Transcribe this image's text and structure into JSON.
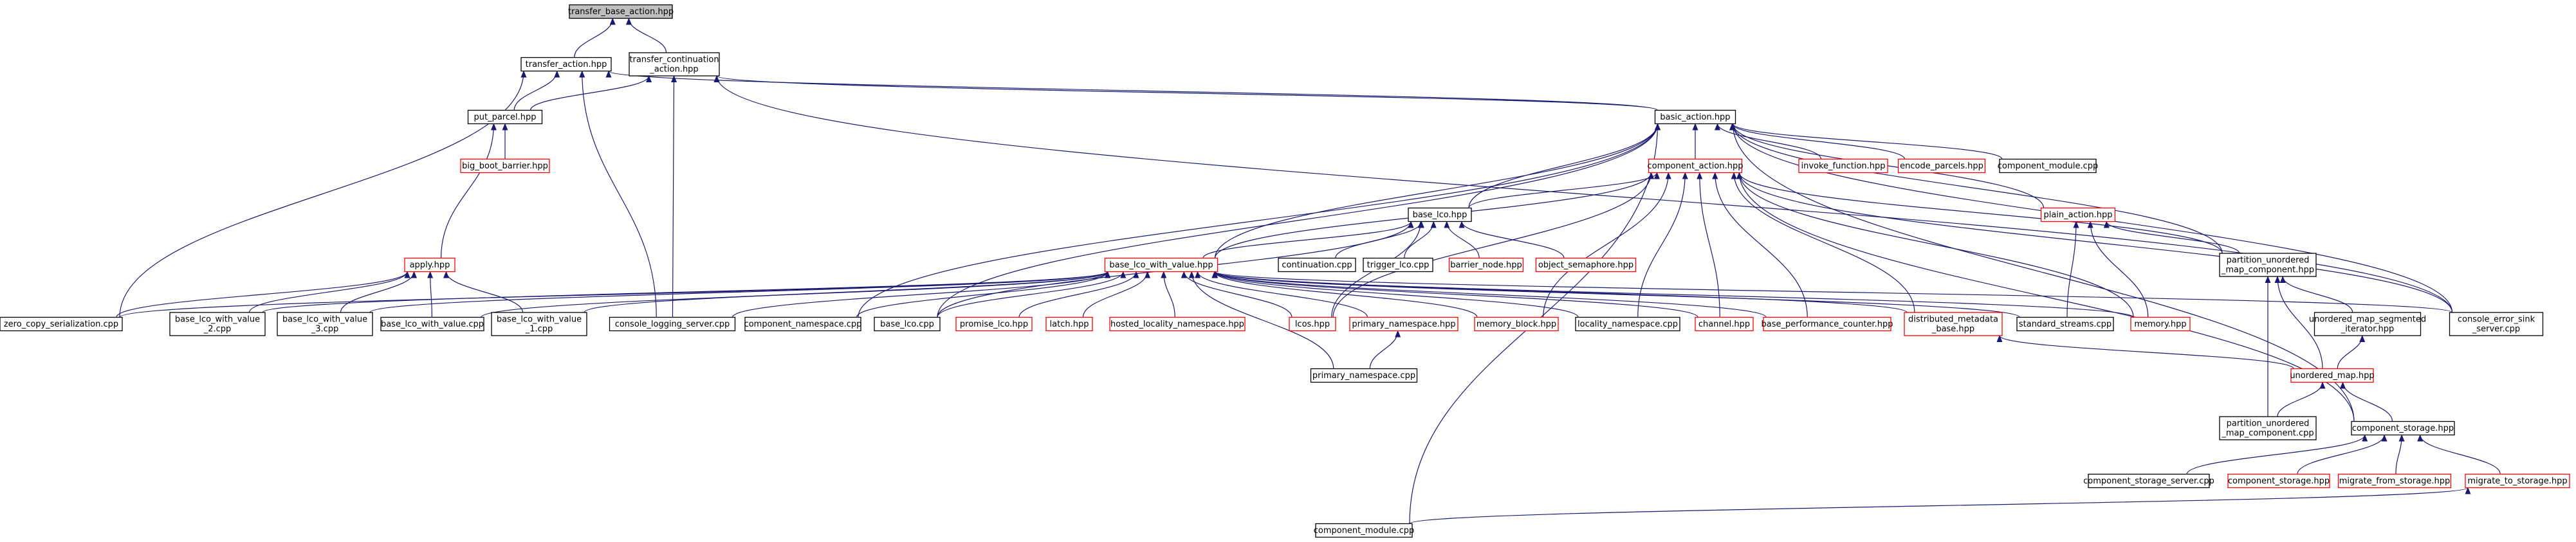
{
  "colors": {
    "edge": "#191970",
    "border_black": "#000000",
    "border_red": "#ff0000",
    "root_fill": "#bfbfbf",
    "node_fill": "#ffffff"
  },
  "nodes": [
    {
      "id": "transfer_base_action",
      "lines": [
        "transfer_base_action.hpp"
      ],
      "border": "black",
      "root": true
    },
    {
      "id": "transfer_action",
      "lines": [
        "transfer_action.hpp"
      ],
      "border": "black"
    },
    {
      "id": "transfer_continuation",
      "lines": [
        "transfer_continuation",
        "_action.hpp"
      ],
      "border": "black"
    },
    {
      "id": "put_parcel",
      "lines": [
        "put_parcel.hpp"
      ],
      "border": "black"
    },
    {
      "id": "big_boot_barrier",
      "lines": [
        "big_boot_barrier.hpp"
      ],
      "border": "red"
    },
    {
      "id": "apply",
      "lines": [
        "apply.hpp"
      ],
      "border": "red"
    },
    {
      "id": "basic_action",
      "lines": [
        "basic_action.hpp"
      ],
      "border": "black"
    },
    {
      "id": "invoke_function",
      "lines": [
        "invoke_function.hpp"
      ],
      "border": "red"
    },
    {
      "id": "encode_parcels",
      "lines": [
        "encode_parcels.hpp"
      ],
      "border": "red"
    },
    {
      "id": "component_module_cpp_top",
      "lines": [
        "component_module.cpp"
      ],
      "border": "black"
    },
    {
      "id": "component_action",
      "lines": [
        "component_action.hpp"
      ],
      "border": "red"
    },
    {
      "id": "plain_action",
      "lines": [
        "plain_action.hpp"
      ],
      "border": "red"
    },
    {
      "id": "base_lco",
      "lines": [
        "base_lco.hpp"
      ],
      "border": "black"
    },
    {
      "id": "continuation_cpp",
      "lines": [
        "continuation.cpp"
      ],
      "border": "black"
    },
    {
      "id": "trigger_lco",
      "lines": [
        "trigger_lco.cpp"
      ],
      "border": "black"
    },
    {
      "id": "barrier_node",
      "lines": [
        "barrier_node.hpp"
      ],
      "border": "red"
    },
    {
      "id": "object_semaphore",
      "lines": [
        "object_semaphore.hpp"
      ],
      "border": "red"
    },
    {
      "id": "base_lco_with_value",
      "lines": [
        "base_lco_with_value.hpp"
      ],
      "border": "red"
    },
    {
      "id": "zero_copy",
      "lines": [
        "zero_copy_serialization.cpp"
      ],
      "border": "black"
    },
    {
      "id": "blwv_2",
      "lines": [
        "base_lco_with_value",
        "_2.cpp"
      ],
      "border": "black"
    },
    {
      "id": "blwv_3",
      "lines": [
        "base_lco_with_value",
        "_3.cpp"
      ],
      "border": "black"
    },
    {
      "id": "blwv_cpp",
      "lines": [
        "base_lco_with_value.cpp"
      ],
      "border": "black"
    },
    {
      "id": "blwv_1",
      "lines": [
        "base_lco_with_value",
        "_1.cpp"
      ],
      "border": "black"
    },
    {
      "id": "console_logging",
      "lines": [
        "console_logging_server.cpp"
      ],
      "border": "black"
    },
    {
      "id": "component_namespace",
      "lines": [
        "component_namespace.cpp"
      ],
      "border": "black"
    },
    {
      "id": "base_lco_cpp",
      "lines": [
        "base_lco.cpp"
      ],
      "border": "black"
    },
    {
      "id": "promise_lco",
      "lines": [
        "promise_lco.hpp"
      ],
      "border": "red"
    },
    {
      "id": "latch",
      "lines": [
        "latch.hpp"
      ],
      "border": "red"
    },
    {
      "id": "hosted_locality",
      "lines": [
        "hosted_locality_namespace.hpp"
      ],
      "border": "red"
    },
    {
      "id": "lcos",
      "lines": [
        "lcos.hpp"
      ],
      "border": "red"
    },
    {
      "id": "primary_namespace_hpp",
      "lines": [
        "primary_namespace.hpp"
      ],
      "border": "red"
    },
    {
      "id": "memory_block",
      "lines": [
        "memory_block.hpp"
      ],
      "border": "red"
    },
    {
      "id": "locality_namespace",
      "lines": [
        "locality_namespace.cpp"
      ],
      "border": "black"
    },
    {
      "id": "channel",
      "lines": [
        "channel.hpp"
      ],
      "border": "red"
    },
    {
      "id": "base_performance_counter",
      "lines": [
        "base_performance_counter.hpp"
      ],
      "border": "red"
    },
    {
      "id": "distributed_metadata",
      "lines": [
        "distributed_metadata",
        "_base.hpp"
      ],
      "border": "red"
    },
    {
      "id": "standard_streams",
      "lines": [
        "standard_streams.cpp"
      ],
      "border": "black"
    },
    {
      "id": "memory_hpp",
      "lines": [
        "memory.hpp"
      ],
      "border": "red"
    },
    {
      "id": "partition_unordered_hpp",
      "lines": [
        "partition_unordered",
        "_map_component.hpp"
      ],
      "border": "black"
    },
    {
      "id": "unordered_map_segmented",
      "lines": [
        "unordered_map_segmented",
        "_iterator.hpp"
      ],
      "border": "black"
    },
    {
      "id": "console_error_sink",
      "lines": [
        "console_error_sink",
        "_server.cpp"
      ],
      "border": "black"
    },
    {
      "id": "primary_namespace_cpp",
      "lines": [
        "primary_namespace.cpp"
      ],
      "border": "black"
    },
    {
      "id": "unordered_map",
      "lines": [
        "unordered_map.hpp"
      ],
      "border": "red"
    },
    {
      "id": "partition_unordered_cpp",
      "lines": [
        "partition_unordered",
        "_map_component.cpp"
      ],
      "border": "black"
    },
    {
      "id": "component_storage",
      "lines": [
        "component_storage.hpp"
      ],
      "border": "black"
    },
    {
      "id": "component_storage_server",
      "lines": [
        "component_storage_server.cpp"
      ],
      "border": "black"
    },
    {
      "id": "component_storage_red",
      "lines": [
        "component_storage.hpp"
      ],
      "border": "red"
    },
    {
      "id": "migrate_from_storage",
      "lines": [
        "migrate_from_storage.hpp"
      ],
      "border": "red"
    },
    {
      "id": "migrate_to_storage",
      "lines": [
        "migrate_to_storage.hpp"
      ],
      "border": "red"
    },
    {
      "id": "component_module_cpp_bottom",
      "lines": [
        "component_module.cpp"
      ],
      "border": "black"
    }
  ],
  "edges": [
    [
      "transfer_action",
      "transfer_base_action"
    ],
    [
      "transfer_continuation",
      "transfer_base_action"
    ],
    [
      "put_parcel",
      "transfer_action"
    ],
    [
      "console_logging",
      "transfer_action"
    ],
    [
      "zero_copy",
      "transfer_action"
    ],
    [
      "basic_action",
      "transfer_action"
    ],
    [
      "basic_action",
      "transfer_continuation"
    ],
    [
      "put_parcel",
      "transfer_continuation"
    ],
    [
      "console_logging",
      "transfer_continuation"
    ],
    [
      "console_error_sink",
      "transfer_continuation"
    ],
    [
      "big_boot_barrier",
      "put_parcel"
    ],
    [
      "apply",
      "put_parcel"
    ],
    [
      "zero_copy",
      "apply"
    ],
    [
      "blwv_2",
      "apply"
    ],
    [
      "blwv_3",
      "apply"
    ],
    [
      "blwv_cpp",
      "apply"
    ],
    [
      "blwv_1",
      "apply"
    ],
    [
      "invoke_function",
      "basic_action"
    ],
    [
      "encode_parcels",
      "basic_action"
    ],
    [
      "component_module_cpp_top",
      "basic_action"
    ],
    [
      "component_action",
      "basic_action"
    ],
    [
      "plain_action",
      "basic_action"
    ],
    [
      "base_lco",
      "basic_action"
    ],
    [
      "base_lco_with_value",
      "basic_action"
    ],
    [
      "component_namespace",
      "basic_action"
    ],
    [
      "base_lco_cpp",
      "basic_action"
    ],
    [
      "partition_unordered_hpp",
      "basic_action"
    ],
    [
      "console_error_sink",
      "basic_action"
    ],
    [
      "component_storage",
      "basic_action"
    ],
    [
      "component_module_cpp_bottom",
      "basic_action"
    ],
    [
      "base_lco",
      "component_action"
    ],
    [
      "base_lco_with_value",
      "component_action"
    ],
    [
      "lcos",
      "component_action"
    ],
    [
      "memory_block",
      "component_action"
    ],
    [
      "locality_namespace",
      "component_action"
    ],
    [
      "channel",
      "component_action"
    ],
    [
      "base_performance_counter",
      "component_action"
    ],
    [
      "distributed_metadata",
      "component_action"
    ],
    [
      "memory_hpp",
      "component_action"
    ],
    [
      "partition_unordered_hpp",
      "component_action"
    ],
    [
      "component_storage",
      "component_action"
    ],
    [
      "console_error_sink",
      "component_action"
    ],
    [
      "partition_unordered_hpp",
      "plain_action"
    ],
    [
      "standard_streams",
      "plain_action"
    ],
    [
      "memory_hpp",
      "plain_action"
    ],
    [
      "continuation_cpp",
      "base_lco"
    ],
    [
      "trigger_lco",
      "base_lco"
    ],
    [
      "barrier_node",
      "base_lco"
    ],
    [
      "object_semaphore",
      "base_lco"
    ],
    [
      "base_lco_with_value",
      "base_lco"
    ],
    [
      "base_lco_cpp",
      "base_lco"
    ],
    [
      "lcos",
      "base_lco"
    ],
    [
      "zero_copy",
      "base_lco_with_value"
    ],
    [
      "blwv_2",
      "base_lco_with_value"
    ],
    [
      "blwv_3",
      "base_lco_with_value"
    ],
    [
      "blwv_cpp",
      "base_lco_with_value"
    ],
    [
      "blwv_1",
      "base_lco_with_value"
    ],
    [
      "console_logging",
      "base_lco_with_value"
    ],
    [
      "component_namespace",
      "base_lco_with_value"
    ],
    [
      "base_lco_cpp",
      "base_lco_with_value"
    ],
    [
      "promise_lco",
      "base_lco_with_value"
    ],
    [
      "latch",
      "base_lco_with_value"
    ],
    [
      "hosted_locality",
      "base_lco_with_value"
    ],
    [
      "lcos",
      "base_lco_with_value"
    ],
    [
      "primary_namespace_hpp",
      "base_lco_with_value"
    ],
    [
      "memory_block",
      "base_lco_with_value"
    ],
    [
      "locality_namespace",
      "base_lco_with_value"
    ],
    [
      "channel",
      "base_lco_with_value"
    ],
    [
      "base_performance_counter",
      "base_lco_with_value"
    ],
    [
      "distributed_metadata",
      "base_lco_with_value"
    ],
    [
      "standard_streams",
      "base_lco_with_value"
    ],
    [
      "memory_hpp",
      "base_lco_with_value"
    ],
    [
      "console_error_sink",
      "base_lco_with_value"
    ],
    [
      "primary_namespace_cpp",
      "base_lco_with_value"
    ],
    [
      "primary_namespace_cpp",
      "primary_namespace_hpp"
    ],
    [
      "unordered_map",
      "distributed_metadata"
    ],
    [
      "unordered_map_segmented",
      "partition_unordered_hpp"
    ],
    [
      "unordered_map",
      "partition_unordered_hpp"
    ],
    [
      "partition_unordered_cpp",
      "partition_unordered_hpp"
    ],
    [
      "unordered_map",
      "unordered_map_segmented"
    ],
    [
      "partition_unordered_cpp",
      "unordered_map"
    ],
    [
      "component_storage",
      "unordered_map"
    ],
    [
      "component_storage_server",
      "component_storage"
    ],
    [
      "component_storage_red",
      "component_storage"
    ],
    [
      "migrate_from_storage",
      "component_storage"
    ],
    [
      "migrate_to_storage",
      "component_storage"
    ],
    [
      "component_module_cpp_bottom",
      "migrate_to_storage"
    ]
  ]
}
